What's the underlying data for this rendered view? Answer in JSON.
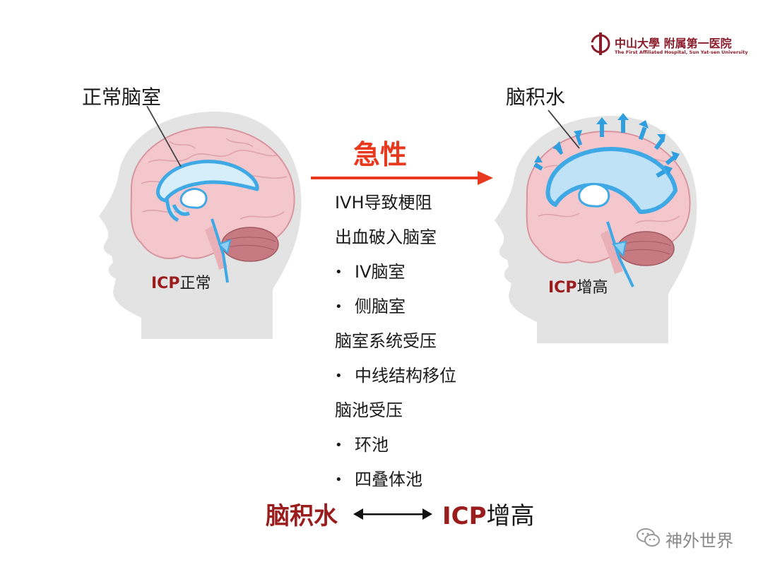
{
  "logo": {
    "title": "中山大學 附属第一医院",
    "subtitle": "The First Affiliated Hospital, Sun Yat-sen University"
  },
  "left_panel": {
    "title": "正常脑室",
    "icp_abbr": "ICP",
    "icp_state": "正常"
  },
  "right_panel": {
    "title": "脑积水",
    "icp_abbr": "ICP",
    "icp_state": "增高"
  },
  "center": {
    "acute_label": "急性",
    "lines": [
      {
        "text": "IVH导致梗阻",
        "bullet": false
      },
      {
        "text": "出血破入脑室",
        "bullet": false
      },
      {
        "text": "IV脑室",
        "bullet": true
      },
      {
        "text": "侧脑室",
        "bullet": true
      },
      {
        "text": "脑室系统受压",
        "bullet": false
      },
      {
        "text": "中线结构移位",
        "bullet": true
      },
      {
        "text": "脑池受压",
        "bullet": false
      },
      {
        "text": "环池",
        "bullet": true
      },
      {
        "text": "四叠体池",
        "bullet": true
      }
    ]
  },
  "bottom": {
    "left": "脑积水",
    "right_abbr": "ICP",
    "right_state": "增高"
  },
  "watermark": {
    "text": "神外世界"
  },
  "colors": {
    "accent_red": "#e8391f",
    "dark_red": "#9b1c1c",
    "ventricle_blue": "#3fa9e6",
    "brain_pink": "#f3c7cc",
    "head_gray": "#e3e3e3"
  }
}
